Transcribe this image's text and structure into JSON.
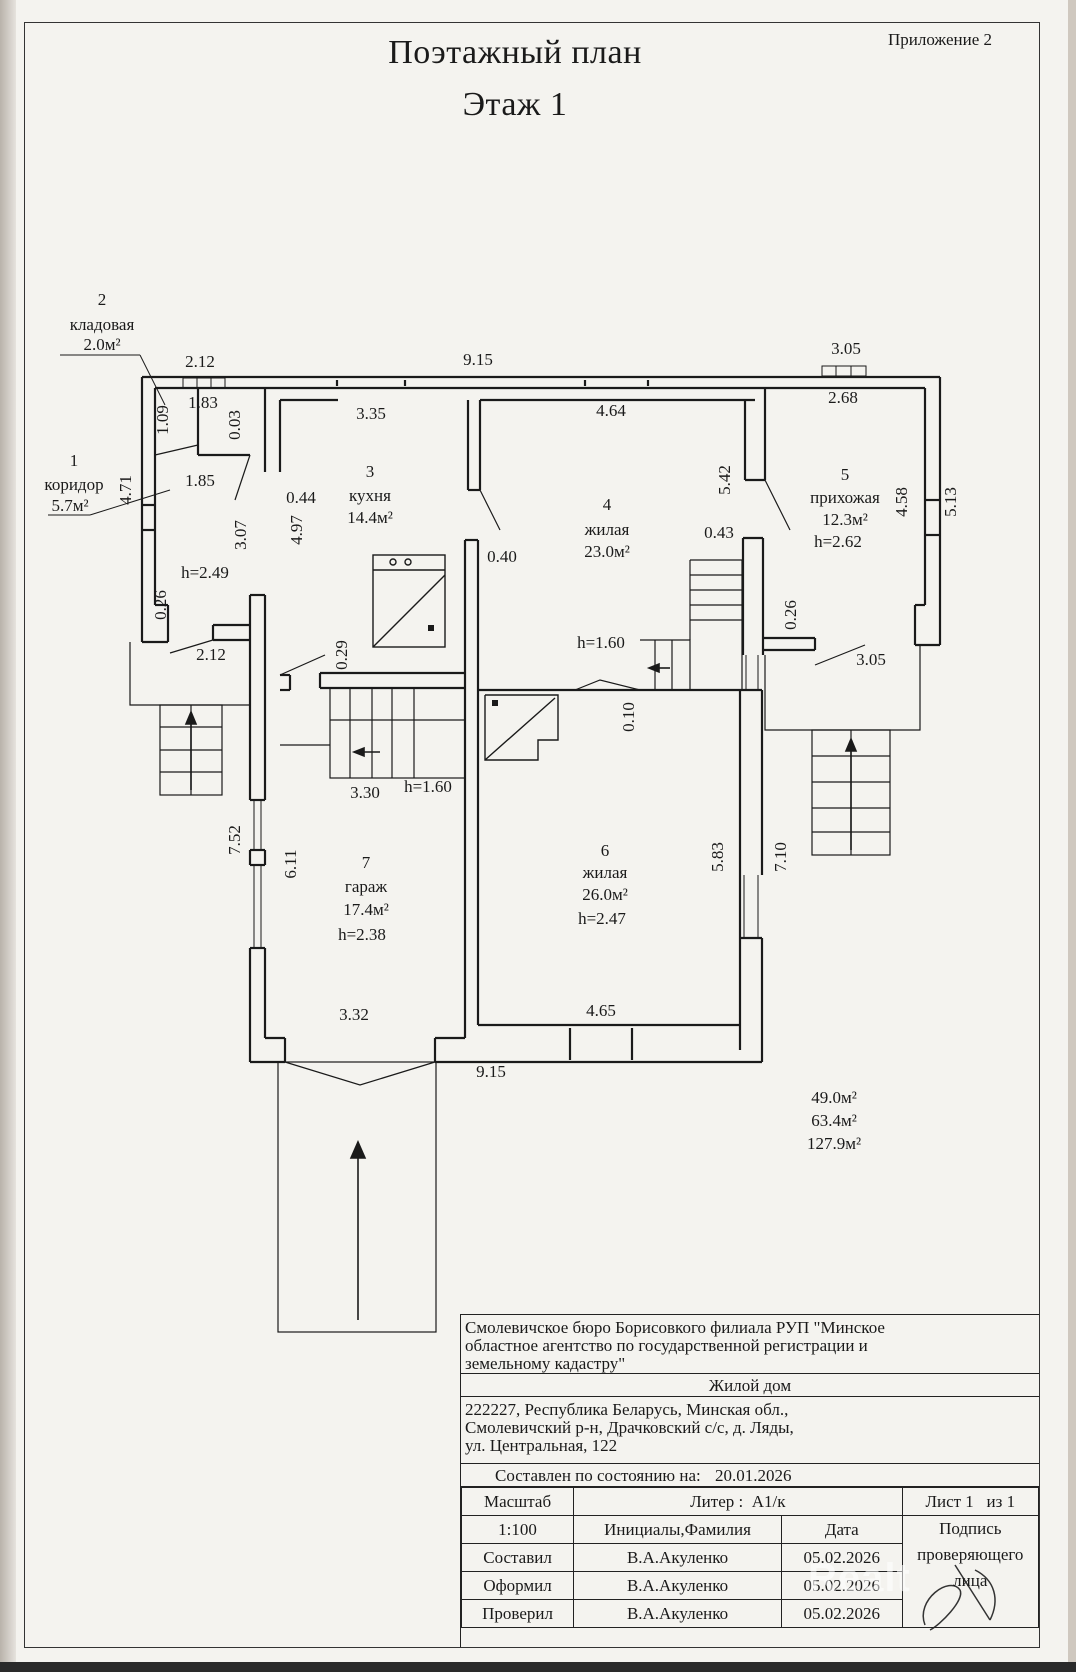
{
  "header": {
    "title_line1": "Поэтажный план",
    "title_line2": "Этаж 1",
    "appendix": "Приложение 2"
  },
  "rooms": [
    {
      "num": "1",
      "name": "коридор",
      "area": "5.7м²"
    },
    {
      "num": "2",
      "name": "кладовая",
      "area": "2.0м²"
    },
    {
      "num": "3",
      "name": "кухня",
      "area": "14.4м²"
    },
    {
      "num": "4",
      "name": "жилая",
      "area": "23.0м²"
    },
    {
      "num": "5",
      "name": "прихожая",
      "area": "12.3м²",
      "height": "h=2.62"
    },
    {
      "num": "6",
      "name": "жилая",
      "area": "26.0м²",
      "height": "h=2.47"
    },
    {
      "num": "7",
      "name": "гараж",
      "area": "17.4м²",
      "height": "h=2.38"
    }
  ],
  "heights": {
    "corridor": "h=2.49",
    "stair_left": "h=1.60",
    "stair_center": "h=1.60"
  },
  "dimensions": {
    "top_total": "9.15",
    "bottom_total": "9.15",
    "pantry_top": "2.12",
    "pantry_inner": "1.83",
    "pantry_side": "1.09",
    "pantry_wall": "0.03",
    "corridor_width": "1.85",
    "corridor_len": "4.71",
    "corridor_wall": "0.26",
    "porch_left": "2.12",
    "kitchen_width": "3.35",
    "kitchen_side": "3.07",
    "kitchen_len": "4.97",
    "kitchen_wall": "0.44",
    "kitchen_step": "0.29",
    "stair_width": "3.30",
    "room4_width": "4.64",
    "room4_side": "5.42",
    "room4_wall": "0.40",
    "room4_wall_r": "0.43",
    "room6_wall": "0.10",
    "hall_top": "3.05",
    "hall_inner": "2.68",
    "hall_side": "4.58",
    "hall_outer": "5.13",
    "hall_wall": "0.26",
    "hall_bottom": "3.05",
    "garage_outer": "7.52",
    "garage_inner": "6.11",
    "garage_width": "3.32",
    "room6_width": "4.65",
    "room6_side": "5.83",
    "room6_outer": "7.10"
  },
  "totals": [
    "49.0м²",
    "63.4м²",
    "127.9м²"
  ],
  "stamp": {
    "org_line1": "Смолевичское бюро Борисовкого филиала РУП \"Минское",
    "org_line2": "областное агентство по государственной регистрации и",
    "org_line3": "земельному кадастру\"",
    "object": "Жилой дом",
    "addr_line1": "222227, Республика Беларусь, Минская обл.,",
    "addr_line2": "Смолевичский р-н, Драчковский с/с, д. Ляды,",
    "addr_line3": "ул. Центральная, 122",
    "state_label": "Составлен по состоянию на:",
    "state_date": "20.01.2026",
    "scale_label": "Масштаб",
    "scale_value": "1:100",
    "liter_label": "Литер :",
    "liter_value": "А1/к",
    "sheet_label": "Лист",
    "sheet_num": "1",
    "sheet_of": "из",
    "sheet_total": "1",
    "col_name": "Инициалы,Фамилия",
    "col_date": "Дата",
    "sig_line1": "Подпись",
    "sig_line2": "проверяющего",
    "sig_line3": "лица",
    "rows": [
      {
        "role": "Составил",
        "name": "В.А.Акуленко",
        "date": "05.02.2026"
      },
      {
        "role": "Оформил",
        "name": "В.А.Акуленко",
        "date": "05.02.2026"
      },
      {
        "role": "Проверил",
        "name": "В.А.Акуленко",
        "date": "05.02.2026"
      }
    ]
  },
  "watermark": "Realt"
}
